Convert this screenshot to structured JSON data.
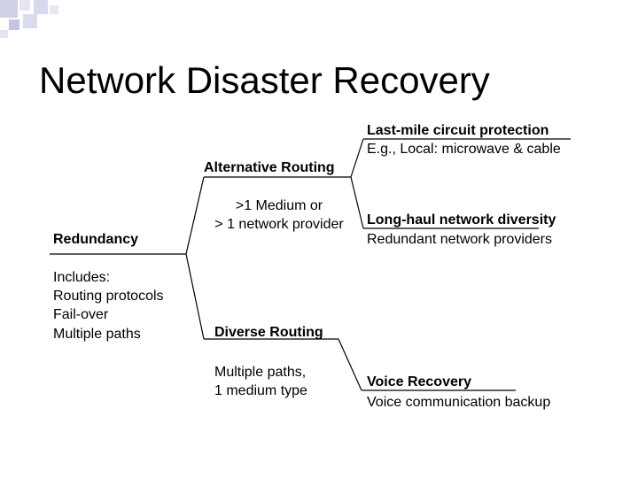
{
  "slide": {
    "title": "Network Disaster Recovery"
  },
  "tree": {
    "root": {
      "heading": "Redundancy",
      "details": [
        "Includes:",
        "Routing protocols",
        "Fail-over",
        "Multiple paths"
      ]
    },
    "alternative": {
      "heading": "Alternative Routing",
      "details": [
        ">1 Medium or",
        "> 1 network provider"
      ]
    },
    "diverse": {
      "heading": "Diverse Routing",
      "details": [
        "Multiple paths,",
        "1 medium type"
      ]
    },
    "leaves": [
      {
        "heading": "Last-mile circuit protection",
        "detail": "E.g., Local: microwave & cable"
      },
      {
        "heading": "Long-haul network diversity",
        "detail": "Redundant network providers"
      },
      {
        "heading": "Voice Recovery",
        "detail": "Voice communication backup"
      }
    ]
  },
  "colors": {
    "accent_square": "#cfd0e6",
    "accent_square_dark": "#8f92c2",
    "line": "#000000"
  }
}
